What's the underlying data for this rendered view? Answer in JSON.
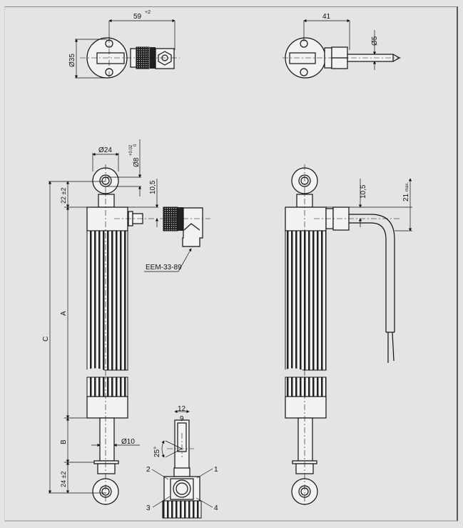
{
  "drawing": {
    "top_left_view": {
      "width_dim": "59",
      "width_tol": "+2",
      "dia_dim": "Ø35"
    },
    "top_right_view": {
      "width_dim": "41",
      "cable_dia": "Ø5"
    },
    "front_view": {
      "eye_dia": "Ø24",
      "pin_dia": "Ø8",
      "pin_tol_upper": "+0.02",
      "pin_tol_lower": "0",
      "connector_offset": "10,5",
      "eye_length_top": "22 ±2",
      "dim_a": "A",
      "dim_b": "B",
      "dim_c": "C",
      "rod_dia": "Ø10",
      "eye_length_bottom": "24 ±2",
      "connector_label": "EEM-33-89"
    },
    "side_view": {
      "cable_offset": "10,5",
      "cable_max": "21",
      "cable_max_suffix": "max."
    },
    "bottom_view": {
      "width_outer": "12",
      "width_inner": "9",
      "angle": "25°",
      "pins": [
        "1",
        "2",
        "3",
        "4"
      ]
    }
  }
}
